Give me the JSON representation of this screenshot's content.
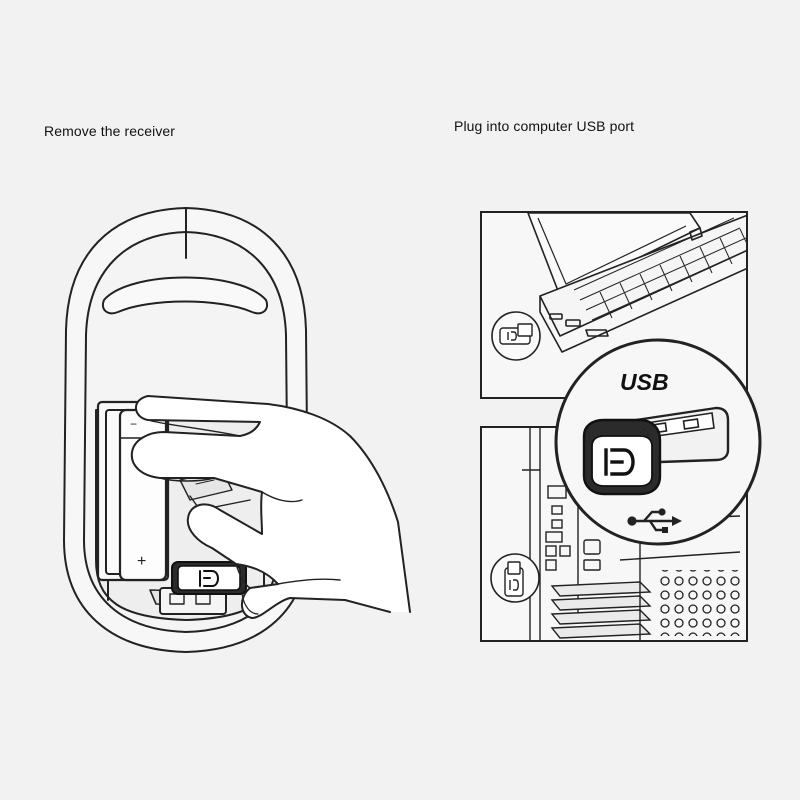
{
  "captions": {
    "left": "Remove the receiver",
    "right": "Plug into computer USB port"
  },
  "labels": {
    "usb": "USB",
    "battery_minus": "−",
    "battery_plus": "+"
  },
  "icons": {
    "receiver_logo": "fd-logo-icon",
    "usb_symbol": "usb-trident-icon"
  },
  "colors": {
    "background": "#f2f2f2",
    "line": "#222222",
    "receiver_body": "#2b2b2b"
  }
}
